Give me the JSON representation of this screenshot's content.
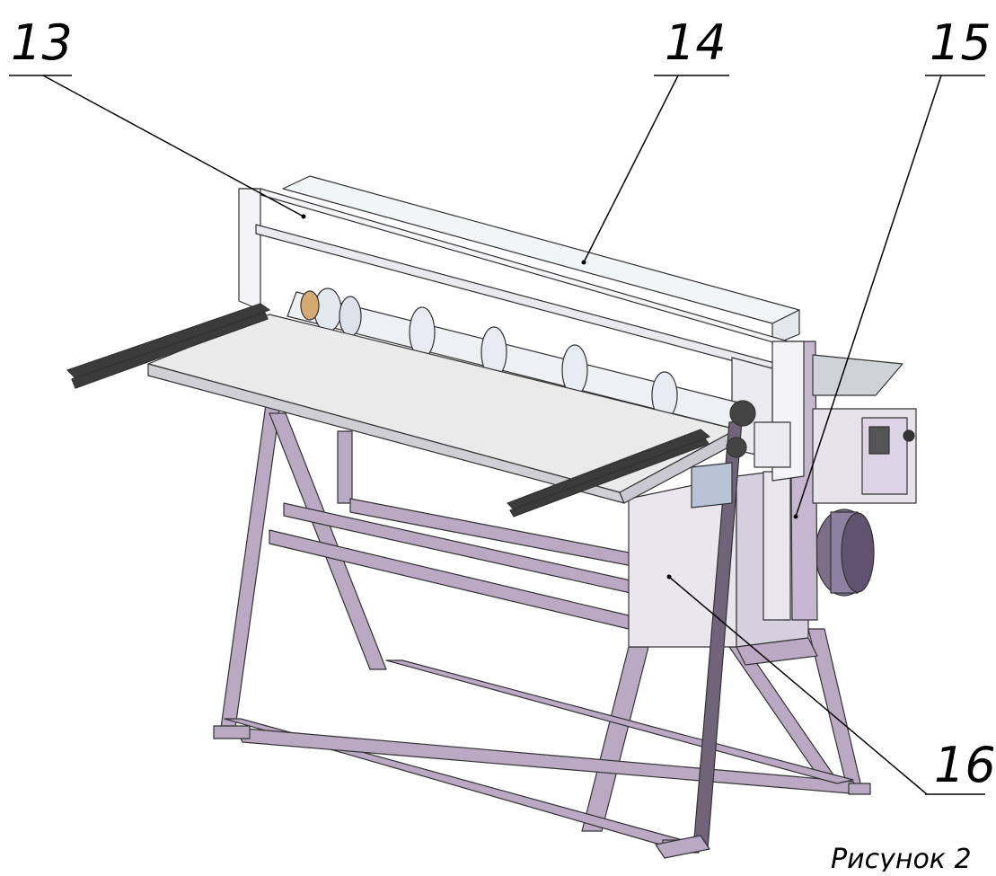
{
  "figure": {
    "callouts": [
      {
        "id": "13",
        "label": "13"
      },
      {
        "id": "14",
        "label": "14"
      },
      {
        "id": "15",
        "label": "15"
      },
      {
        "id": "16",
        "label": "16"
      }
    ],
    "caption": "Рисунок 2"
  },
  "colors": {
    "frame": "#b9a9c3",
    "frame_dark": "#7d6f8a",
    "panel": "#e9e6ee",
    "cover": "#f2f5f6",
    "belt": "#6f6478",
    "line": "#000000"
  }
}
